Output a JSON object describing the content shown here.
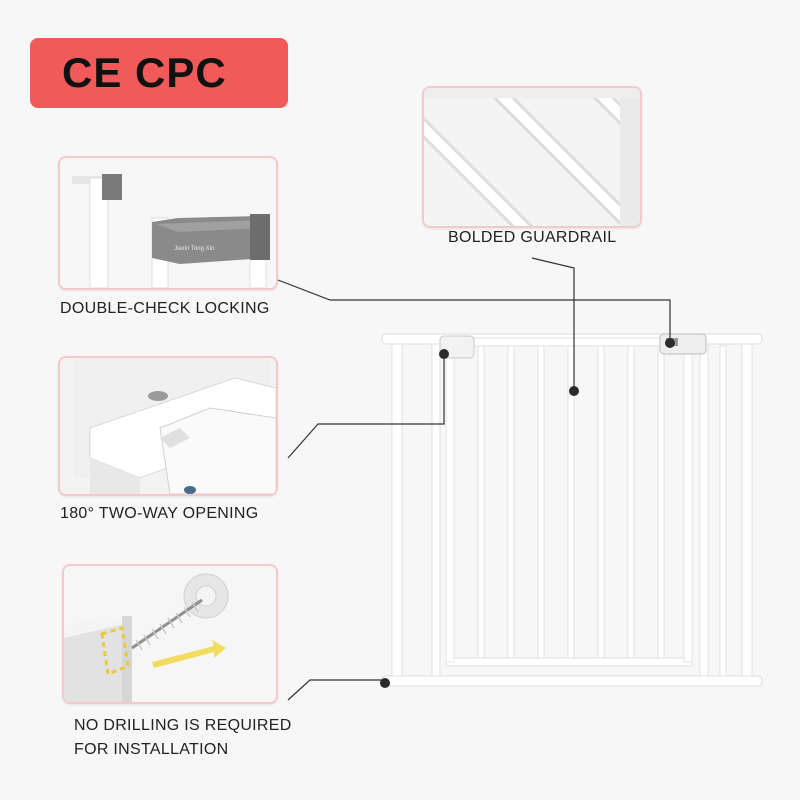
{
  "badge": {
    "text": "CE CPC"
  },
  "captions": {
    "guardrail": "BOLDED GUARDRAIL",
    "locking": "DOUBLE-CHECK LOCKING",
    "opening": "180° TWO-WAY OPENING",
    "drilling_line1": "NO DRILLING IS REQUIRED",
    "drilling_line2": "FOR INSTALLATION"
  },
  "panel_label": {
    "lock_brand": "Jiaxin Tong Xin"
  },
  "colors": {
    "badge": "#f25a5a",
    "frame": "#ffffff",
    "line": "#333333",
    "panel_border": "#f3c9c9"
  }
}
